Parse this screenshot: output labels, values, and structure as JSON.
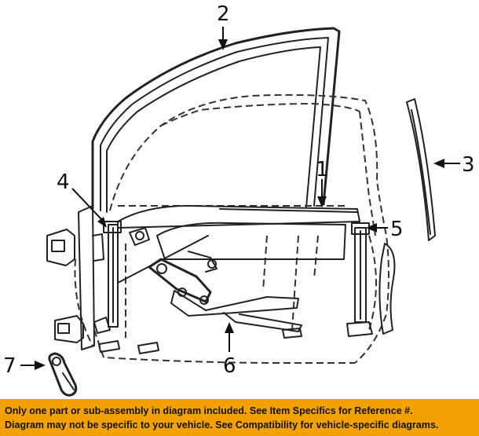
{
  "diagram": {
    "callouts": [
      "1",
      "2",
      "3",
      "4",
      "5",
      "6",
      "7"
    ]
  },
  "banner": {
    "line1": "Only one part or sub-assembly in diagram included. See Item Specifics for Reference #.",
    "line2": "Diagram may not be specific to your vehicle. See Compatibility for vehicle-specific diagrams."
  },
  "colors": {
    "banner_background": "#f2a100",
    "line_art": "#222222"
  }
}
